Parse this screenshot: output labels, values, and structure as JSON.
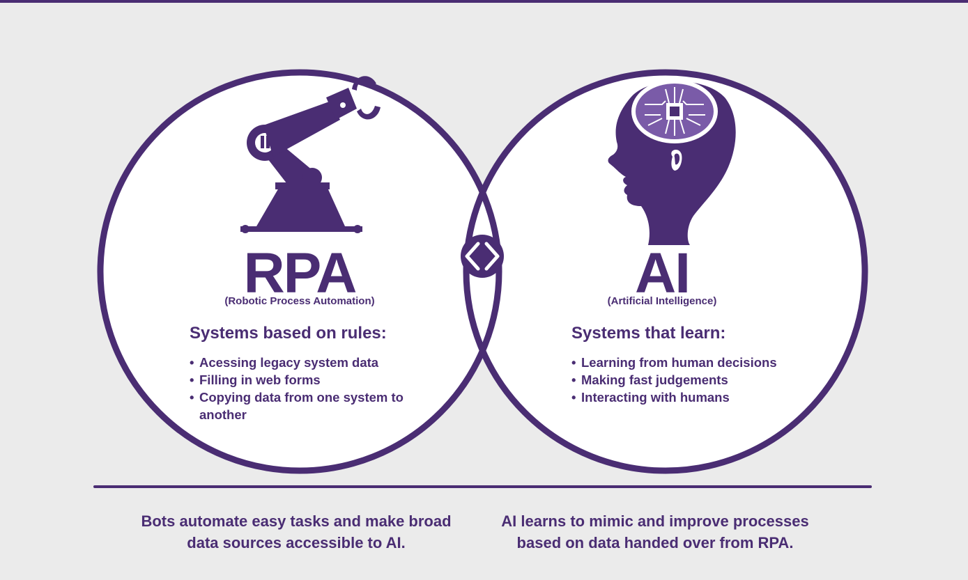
{
  "colors": {
    "accent": "#4a2d73",
    "background": "#ebebeb",
    "circle_fill": "#ffffff"
  },
  "rpa": {
    "headline": "RPA",
    "subtitle": "(Robotic Process Automation)",
    "section_title": "Systems based on rules:",
    "bullets": [
      "Acessing legacy system data",
      "Filling in web forms",
      "Copying data from one system to another"
    ],
    "icon": "robot-arm-icon"
  },
  "ai": {
    "headline": "AI",
    "subtitle": "(Artificial Intelligence)",
    "section_title": "Systems that learn:",
    "bullets": [
      "Learning from human decisions",
      "Making fast judgements",
      "Interacting with humans"
    ],
    "icon": "brain-head-icon"
  },
  "center_icon": "bidirectional-arrows-icon",
  "captions": {
    "left": "Bots automate easy tasks and make broad data sources accessible to AI.",
    "right": "AI learns to mimic and improve processes based on data handed over from RPA."
  }
}
